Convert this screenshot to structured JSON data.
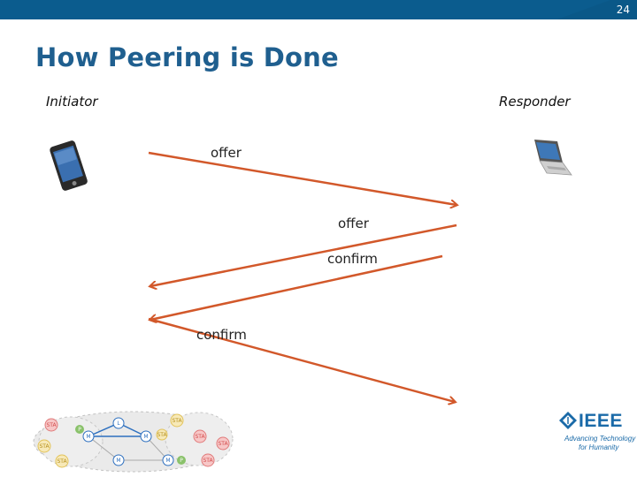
{
  "slide": {
    "number": "24",
    "title": "How Peering is Done"
  },
  "roles": {
    "initiator": "Initiator",
    "responder": "Responder"
  },
  "messages": [
    {
      "label": "offer"
    },
    {
      "label": "offer"
    },
    {
      "label": "confirm"
    },
    {
      "label": "confirm"
    }
  ],
  "network": {
    "nodes": [
      "STA",
      "P",
      "L",
      "STA",
      "STA",
      "M",
      "M",
      "STA",
      "STA",
      "STA",
      "STA",
      "M",
      "M",
      "P",
      "STA"
    ]
  },
  "logo": {
    "name": "IEEE",
    "tagline_1": "Advancing Technology",
    "tagline_2": "for Humanity"
  },
  "colors": {
    "bar": "#0b5c8e",
    "arrow": "#d2582a",
    "title": "#1f5f8f"
  }
}
